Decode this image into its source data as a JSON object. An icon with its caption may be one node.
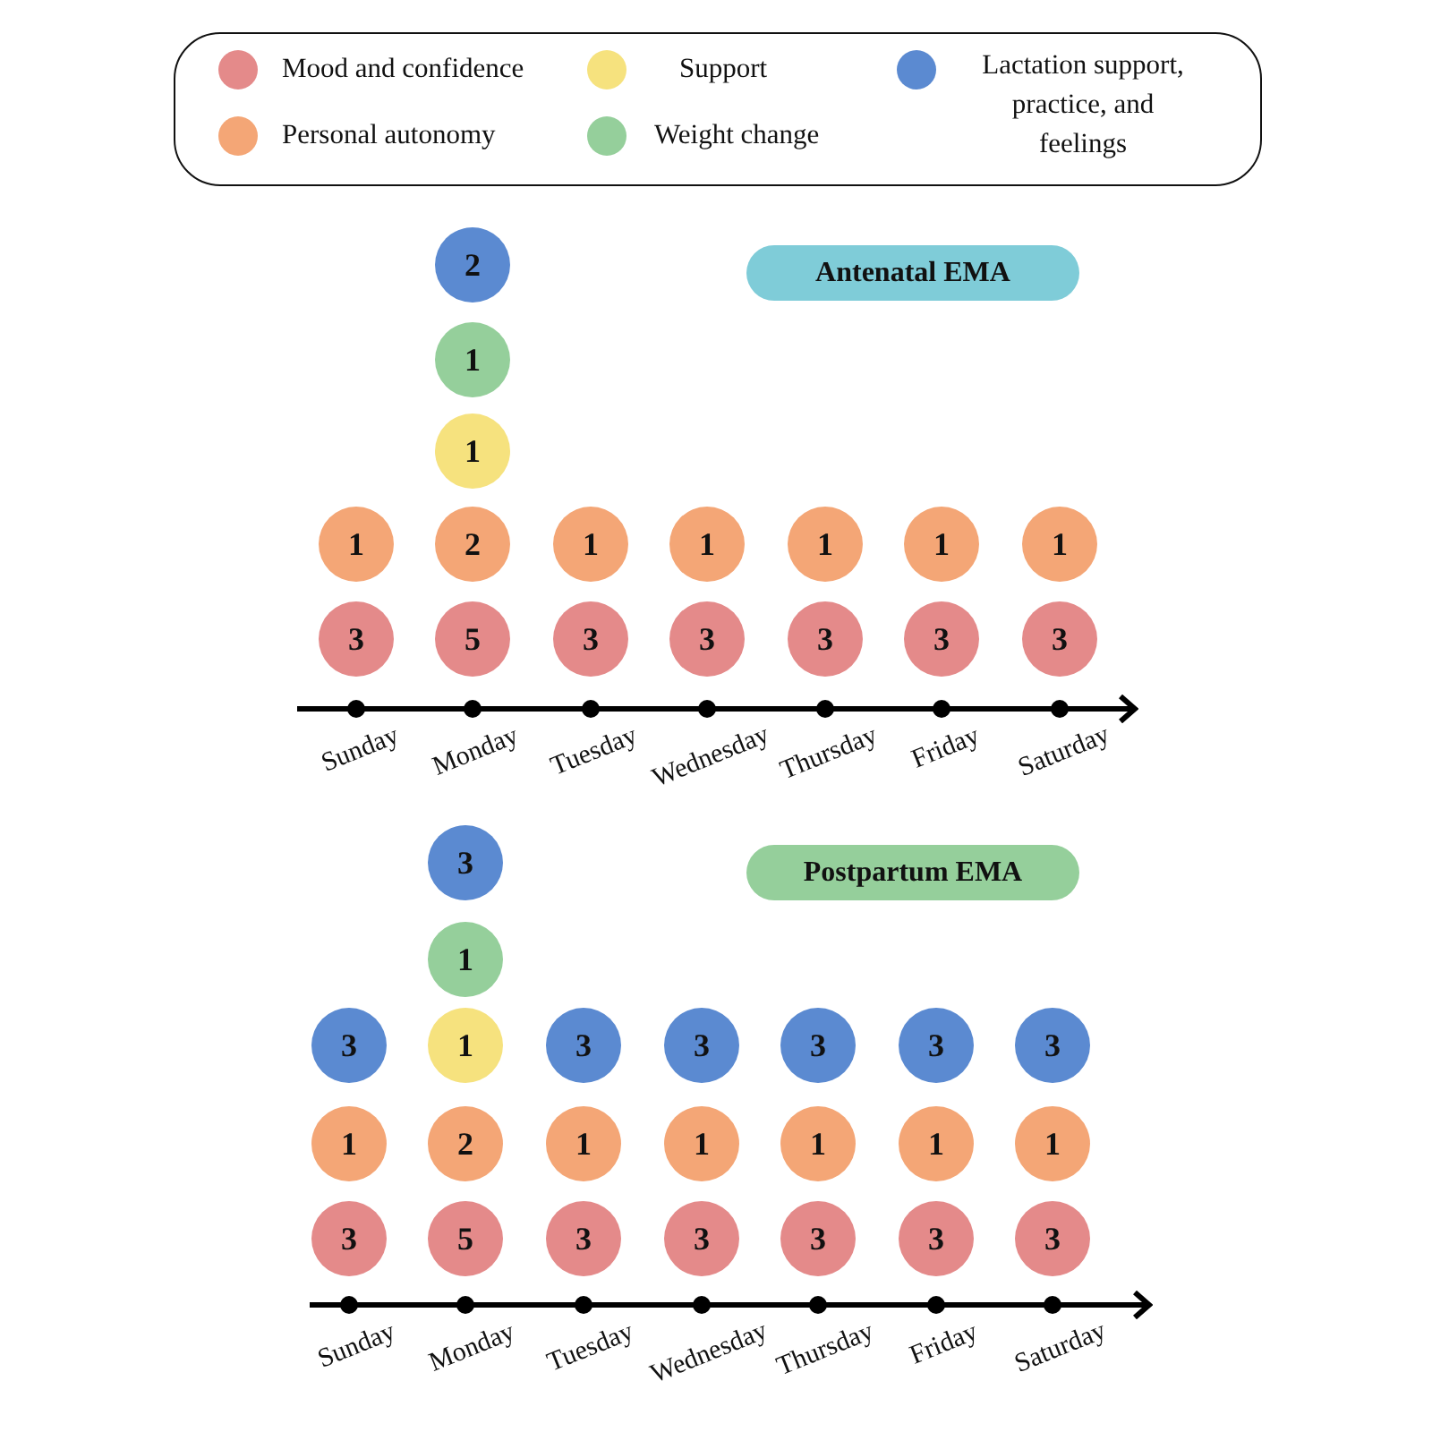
{
  "diagram": {
    "nodes": [
      {
        "text": [
          "2"
        ]
      },
      {
        "text": [
          "Antenatal EMA"
        ]
      },
      {
        "text": [
          "1"
        ]
      },
      {
        "text": [
          "1"
        ]
      },
      {
        "text": [
          "1"
        ]
      },
      {
        "text": [
          "2"
        ]
      },
      {
        "text": [
          "1"
        ]
      },
      {
        "text": [
          "1"
        ]
      },
      {
        "text": [
          "1"
        ]
      },
      {
        "text": [
          "1"
        ]
      },
      {
        "text": [
          "1"
        ]
      },
      {
        "text": [
          "3"
        ]
      },
      {
        "text": [
          "5"
        ]
      },
      {
        "text": [
          "3"
        ]
      },
      {
        "text": [
          "3"
        ]
      },
      {
        "text": [
          "3"
        ]
      },
      {
        "text": [
          "3"
        ]
      },
      {
        "text": [
          "3"
        ]
      },
      {
        "text": [
          "3"
        ]
      },
      {
        "text": [
          "Postpartum EMA"
        ]
      },
      {
        "text": [
          "1"
        ]
      },
      {
        "text": [
          "3"
        ]
      },
      {
        "text": [
          "1"
        ]
      },
      {
        "text": [
          "3"
        ]
      },
      {
        "text": [
          "3"
        ]
      },
      {
        "text": [
          "3"
        ]
      },
      {
        "text": [
          "3"
        ]
      },
      {
        "text": [
          "3"
        ]
      },
      {
        "text": [
          "1"
        ]
      },
      {
        "text": [
          "2"
        ]
      },
      {
        "text": [
          "1"
        ]
      },
      {
        "text": [
          "1"
        ]
      },
      {
        "text": [
          "1"
        ]
      },
      {
        "text": [
          "1"
        ]
      },
      {
        "text": [
          "1"
        ]
      },
      {
        "text": [
          "3"
        ]
      },
      {
        "text": [
          "5"
        ]
      },
      {
        "text": [
          "3"
        ]
      },
      {
        "text": [
          "3"
        ]
      },
      {
        "text": [
          "3"
        ]
      },
      {
        "text": [
          "3"
        ]
      },
      {
        "text": [
          "3"
        ]
      }
    ],
    "labels": [
      "Sunday",
      "Monday",
      "Tuesday",
      "Wednesday",
      "Thursday",
      "Friday",
      "Saturday",
      "Sunday",
      "Monday",
      "Tuesday",
      "Wednesday",
      "Thursday",
      "Friday",
      "Saturday"
    ],
    "legend": [
      {
        "text": "Mood and confidence",
        "color": "#e48a8a"
      },
      {
        "text": "Personal autonomy",
        "color": "#f4a676"
      },
      {
        "text": "Support",
        "color": "#f6e27e"
      },
      {
        "text": "Weight change",
        "color": "#95cf9b"
      },
      {
        "text": "Lactation support, practice, and feelings",
        "color": "#5b8ad1"
      }
    ]
  }
}
